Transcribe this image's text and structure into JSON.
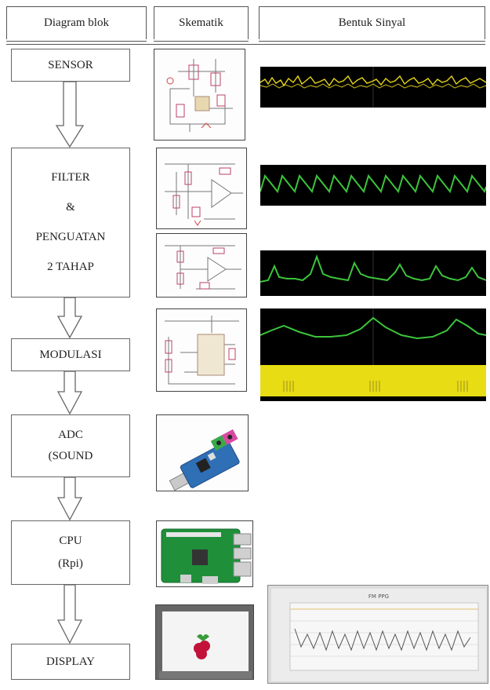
{
  "headers": {
    "col1": "Diagram blok",
    "col2": "Skematik",
    "col3": "Bentuk Sinyal"
  },
  "blocks": {
    "sensor": "SENSOR",
    "filter": [
      "FILTER",
      "&",
      "PENGUATAN",
      "2 TAHAP"
    ],
    "modulasi": "MODULASI",
    "adc": [
      "ADC",
      "(SOUND"
    ],
    "cpu": [
      "CPU",
      "(Rpi)"
    ],
    "display": "DISPLAY"
  },
  "colors": {
    "yellow_signal": "#e6d51a",
    "green_signal": "#3cc43c",
    "scope_bg": "#000000",
    "board_green": "#1f8f3a"
  },
  "chart_title": "FM PPG"
}
